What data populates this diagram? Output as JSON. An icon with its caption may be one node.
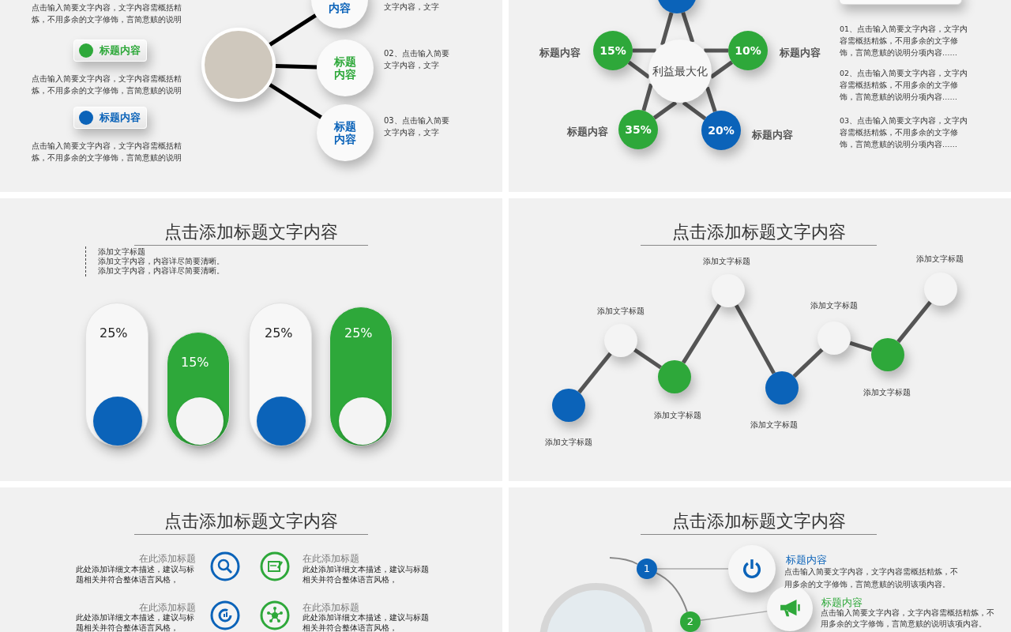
{
  "diagram": {
    "nodes": [
      {
        "text": [],
        "shape": "circle"
      },
      {
        "text": [
          "内容"
        ],
        "beside": [
          "文字内容，文字"
        ]
      },
      {
        "text": [
          "标题内容"
        ],
        "beside": [
          "02、点击输入简要文字内容，文字"
        ]
      },
      {
        "text": [
          "标题内容"
        ],
        "beside": [
          "03、点击输入简要文字内容，文字"
        ]
      },
      {
        "text": [
          "标题内容"
        ]
      },
      {
        "text": [
          "标题内容"
        ]
      },
      {
        "text": [
          "利益最大化"
        ]
      },
      {
        "text": [],
        "shape": "circle"
      },
      {
        "text": [
          "15%"
        ],
        "beside": [
          "标题内容"
        ]
      },
      {
        "text": [
          "10%"
        ],
        "beside": [
          "标题内容"
        ]
      },
      {
        "text": [
          "35%"
        ],
        "beside": [
          "标题内容"
        ]
      },
      {
        "text": [
          "20%"
        ],
        "beside": [
          "标题内容"
        ]
      },
      {
        "text": [
          "25%"
        ]
      },
      {
        "text": [
          "15%"
        ]
      },
      {
        "text": [
          "25%"
        ]
      },
      {
        "text": [
          "25%"
        ]
      },
      {
        "text": [],
        "shape": "circle",
        "beside": [
          "添加文字标题"
        ]
      },
      {
        "text": [],
        "shape": "circle",
        "beside": [
          "添加文字标题"
        ]
      },
      {
        "text": [],
        "shape": "circle",
        "beside": [
          "添加文字标题"
        ]
      },
      {
        "text": [],
        "shape": "circle",
        "beside": [
          "添加文字标题"
        ]
      },
      {
        "text": [],
        "shape": "circle",
        "beside": [
          "添加文字标题"
        ]
      },
      {
        "text": [],
        "shape": "circle",
        "beside": [
          "添加文字标题"
        ]
      },
      {
        "text": [],
        "shape": "circle",
        "beside": [
          "添加文字标题"
        ]
      },
      {
        "text": [],
        "shape": "circle",
        "beside": [
          "添加文字标题"
        ]
      },
      {
        "text": [
          "1"
        ]
      },
      {
        "text": [
          "2"
        ]
      },
      {
        "text": [],
        "shape": "circle",
        "beside": [
          "标题内容",
          "点击输入简要文字内容，文字内容需概括精炼，不用多余的文字修饰，言简意赅的说明该项内容。"
        ]
      },
      {
        "text": [],
        "shape": "circle",
        "beside": [
          "标题内容",
          "点击输入简要文字内容，文字内容需概括精炼，不用多余的文字修饰，言简意赅的说明该项内容。"
        ]
      }
    ],
    "edges": [
      {
        "from": 0,
        "to": 1,
        "arrow": "none",
        "color": "#000000"
      },
      {
        "from": 0,
        "to": 2,
        "arrow": "none",
        "color": "#000000"
      },
      {
        "from": 0,
        "to": 3,
        "arrow": "none",
        "color": "#000000"
      },
      {
        "from": 7,
        "to": 6,
        "arrow": "none"
      },
      {
        "from": 7,
        "to": 6,
        "arrow": "none"
      },
      {
        "from": 8,
        "to": 6,
        "arrow": "none"
      },
      {
        "from": 8,
        "to": 6,
        "arrow": "none"
      },
      {
        "from": 9,
        "to": 6,
        "arrow": "none"
      },
      {
        "from": 9,
        "to": 6,
        "arrow": "none"
      },
      {
        "from": 10,
        "to": 6,
        "arrow": "none"
      },
      {
        "from": 10,
        "to": 6,
        "arrow": "none"
      },
      {
        "from": 11,
        "to": 6,
        "arrow": "none"
      },
      {
        "from": 11,
        "to": 6,
        "arrow": "none"
      },
      {
        "from": 16,
        "to": 17,
        "arrow": "none"
      },
      {
        "from": 17,
        "to": 18,
        "arrow": "none"
      },
      {
        "from": 18,
        "to": 19,
        "arrow": "none"
      },
      {
        "from": 19,
        "to": 20,
        "arrow": "none"
      },
      {
        "from": 20,
        "to": 21,
        "arrow": "none"
      },
      {
        "from": 21,
        "to": 22,
        "arrow": "none"
      },
      {
        "from": 22,
        "to": 23,
        "arrow": "none"
      },
      {
        "from": 24,
        "to": 25,
        "arrow": "none",
        "color": "#888888"
      },
      {
        "from": 24,
        "to": 26,
        "arrow": "none",
        "color": "#aaaaaa"
      },
      {
        "from": 25,
        "to": 27,
        "arrow": "none",
        "color": "#aaaaaa"
      }
    ],
    "labels": [
      "点击输入简要文字内容，文字内容需概括精炼，不用多余的文字修饰，言简意赅的说明",
      "点击输入简要文字内容，文字内容需概括精炼，不用多余的文字修饰，言简意赅的说明",
      "点击输入简要文字内容，文字内容需概括精炼，不用多余的文字修饰，言简意赅的说明",
      "01、点击输入简要文字内容，文字内容需概括精炼，不用多余的文字修饰，言简意赅的说明分项内容……",
      "02、点击输入简要文字内容，文字内容需概括精炼，不用多余的文字修饰，言简意赅的说明分项内容……",
      "03、点击输入简要文字内容，文字内容需概括精炼，不用多余的文字修饰，言简意赅的说明分项内容……",
      "点击添加标题文字内容",
      "添加文字标题",
      "添加文字内容，内容详尽简要清晰。",
      "添加文字内容，内容详尽简要清晰。",
      "点击添加标题文字内容",
      "点击添加标题文字内容",
      "在此添加标题",
      "此处添加详细文本描述，建议与标题相关并符合整体语言风格，",
      "在此添加标题",
      "此处添加详细文本描述，建议与标题相关并符合整体语言风格，",
      "在此添加标题",
      "此处添加详细文本描述，建议与标题相关并符合整体语言风格，",
      "在此添加标题",
      "此处添加详细文本描述，建议与标题相关并符合整体语言风格，",
      "点击添加标题文字内容"
    ]
  }
}
